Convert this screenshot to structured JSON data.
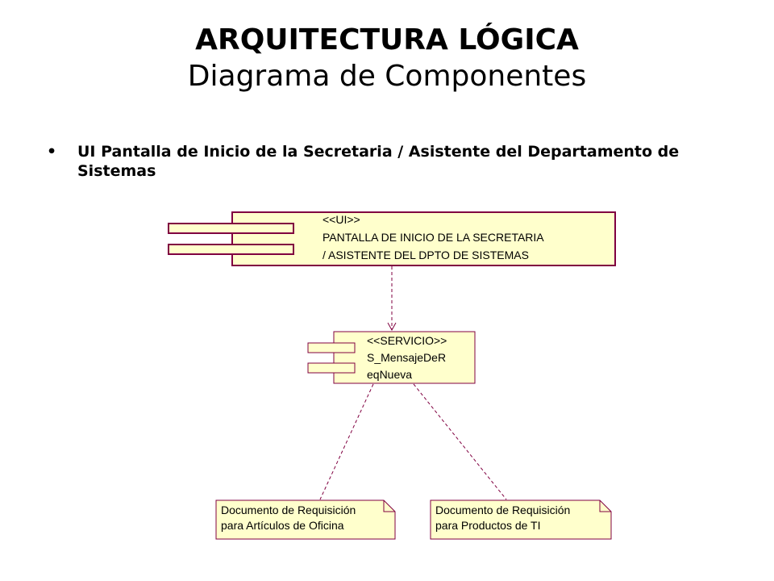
{
  "slide": {
    "title_bold": "ARQUITECTURA LÓGICA",
    "title_regular": "Diagrama de Componentes",
    "bullet": "UI Pantalla de Inicio de la Secretaria / Asistente del Departamento de Sistemas"
  },
  "diagram": {
    "fill_color": "#ffffcc",
    "border_color": "#800040",
    "ui_component": {
      "stereotype": "<<UI>>",
      "name_line1": "PANTALLA DE INICIO DE LA SECRETARIA",
      "name_line2": "/ ASISTENTE DEL DPTO DE SISTEMAS"
    },
    "service_component": {
      "stereotype": "<<SERVICIO>>",
      "name_line1": "S_MensajeDeR",
      "name_line2": "eqNueva"
    },
    "documents": [
      {
        "line1": "Documento de Requisición",
        "line2": "para Artículos de Oficina"
      },
      {
        "line1": "Documento de Requisición",
        "line2": "para Productos de TI"
      }
    ]
  }
}
